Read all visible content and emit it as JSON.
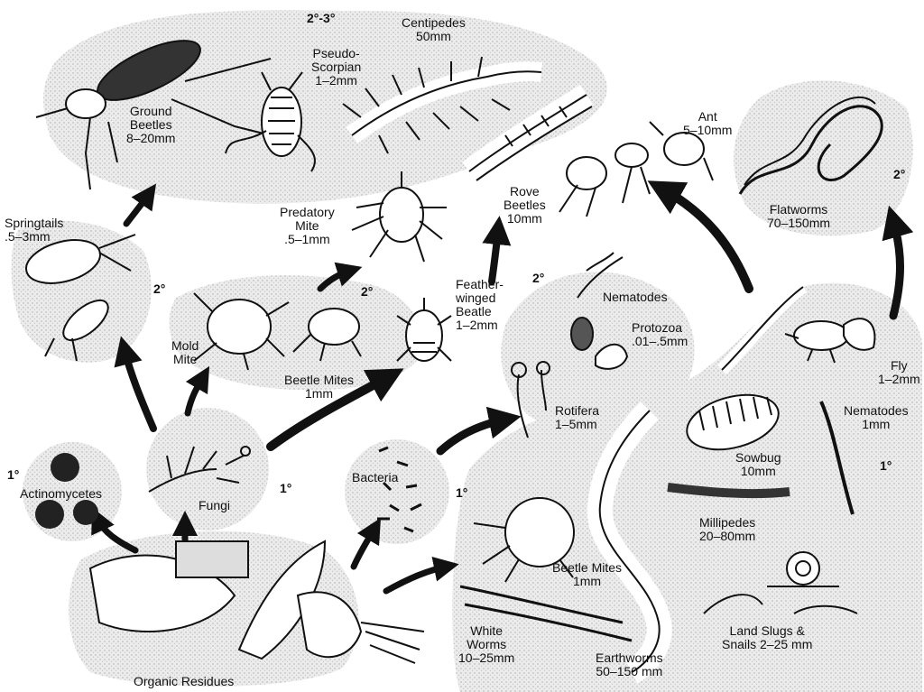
{
  "levels": {
    "top": "2°-3°",
    "secondary": "2°",
    "primary": "1°"
  },
  "organisms": {
    "ground_beetles": "Ground\nBeetles\n8–20mm",
    "pseudo_scorpian": "Pseudo-\nScorpian\n1–2mm",
    "centipedes": "Centipedes\n50mm",
    "ant": "Ant\n5–10mm",
    "rove_beetles": "Rove\nBeetles\n10mm",
    "predatory_mite": "Predatory\nMite\n.5–1mm",
    "flatworms": "Flatworms\n70–150mm",
    "springtails": "Springtails\n.5–3mm",
    "mold_mite": "Mold\nMite",
    "beetle_mites_top": "Beetle Mites\n1mm",
    "feather_winged_beetle": "Feather-\nwinged\nBeatle\n1–2mm",
    "nematodes_top": "Nematodes",
    "protozoa": "Protozoa\n.01–.5mm",
    "rotifera": "Rotifera\n1–5mm",
    "fly": "Fly\n1–2mm",
    "nematodes_right": "Nematodes\n1mm",
    "sowbug": "Sowbug\n10mm",
    "millipedes": "Millipedes\n20–80mm",
    "actinomycetes": "Actinomycetes",
    "fungi": "Fungi",
    "bacteria": "Bacteria",
    "beetle_mites_bottom": "Beetle Mites\n1mm",
    "white_worms": "White\nWorms\n10–25mm",
    "earthworms": "Earthworms\n50–150 mm",
    "land_slugs": "Land Slugs &\nSnails 2–25 mm",
    "organic_residues": "Organic Residues"
  }
}
